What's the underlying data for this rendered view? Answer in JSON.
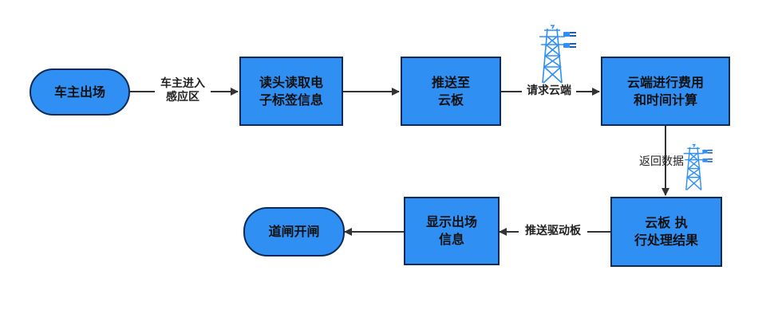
{
  "colors": {
    "node_fill": "#2f8ff3",
    "node_border": "#0b2a55",
    "arrow": "#333333",
    "tower": "#2f8ff3"
  },
  "nodes": {
    "owner_exit": "车主出场",
    "read_tag": "读头读取电\n子标签信息",
    "push_board": "推送至\n云板",
    "cloud_calc": "云端进行费用\n和时间计算",
    "board_exec": "云板 执\n行处理结果",
    "show_info": "显示出场\n信息",
    "gate_open": "道闸开闸"
  },
  "edges": {
    "enter_zone": "车主进入\n感应区",
    "request_cloud": "请求云端",
    "return_data": "返回数据",
    "push_driver": "推送驱动板"
  },
  "icons": [
    "transmission-tower-icon",
    "transmission-tower-icon"
  ]
}
